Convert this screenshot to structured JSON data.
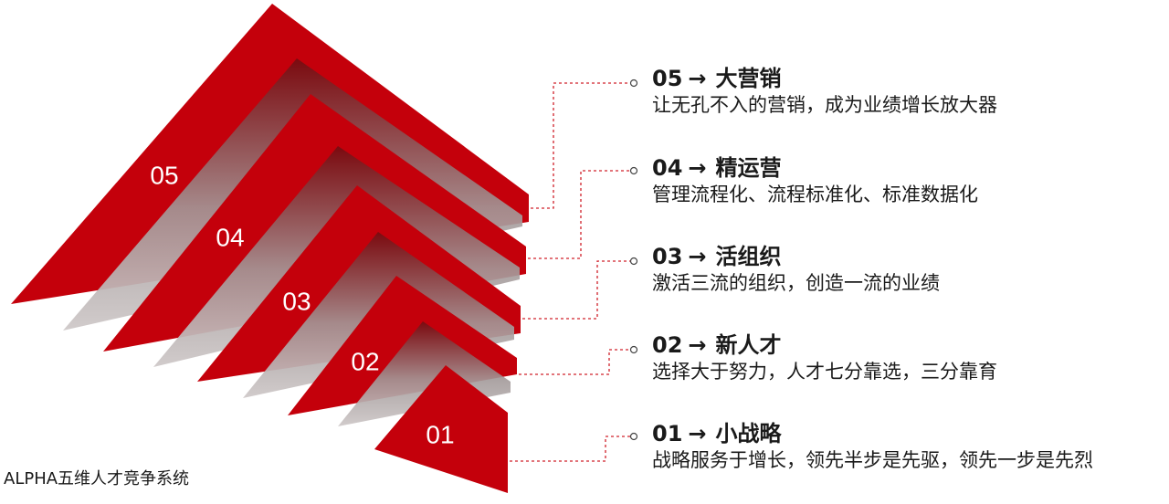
{
  "layers": [
    {
      "number": "01",
      "title": "小战略",
      "description": "战略服务于增长，领先半步是先驱，领先一步是先烈"
    },
    {
      "number": "02",
      "title": "新人才",
      "description": "选择大于努力，人才七分靠选，三分靠育"
    },
    {
      "number": "03",
      "title": "活组织",
      "description": "激活三流的组织，创造一流的业绩"
    },
    {
      "number": "04",
      "title": "精运营",
      "description": "管理流程化、流程标准化、标准数据化"
    },
    {
      "number": "05",
      "title": "大营销",
      "description": "让无孔不入的营销，成为业绩增长放大器"
    }
  ],
  "arrow": "→",
  "caption": "ALPHA五维人才竞争系统",
  "colors": {
    "red": "#c4000b",
    "gray": "#a99e9e",
    "connector": "#d0202a",
    "text": "#1a1a1a"
  }
}
